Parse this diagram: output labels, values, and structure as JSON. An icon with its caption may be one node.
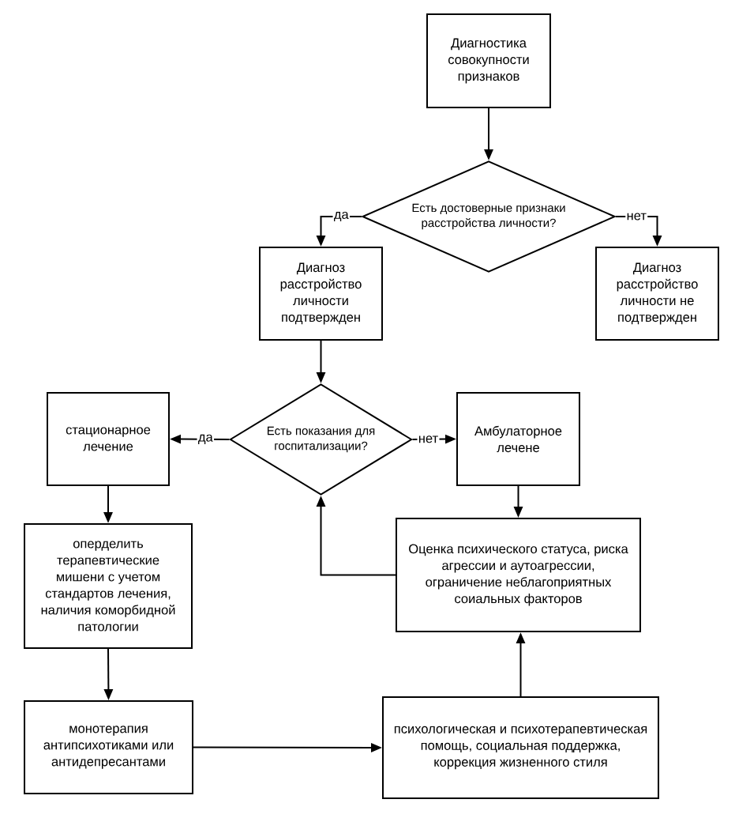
{
  "diagram": {
    "nodes": [
      {
        "text": [
          "Диагностика совокупности признаков"
        ]
      },
      {
        "text": [
          "Есть достоверные признаки расстройства личности?"
        ]
      },
      {
        "text": [
          "Диагноз расстройство личности подтвержден"
        ]
      },
      {
        "text": [
          "Диагноз расстройство личности не подтвержден"
        ]
      },
      {
        "text": [
          "Есть показания для госпитализации?"
        ]
      },
      {
        "text": [
          "стационарное лечение"
        ]
      },
      {
        "text": [
          "Амбулаторное лечене"
        ]
      },
      {
        "text": [
          "оперделить терапевтические мишени с учетом стандартов лечения, наличия коморбидной патологии"
        ]
      },
      {
        "text": [
          "Оценка психического статуса, риска агрессии и аутоагрессии, ограничение неблагоприятных соиальных факторов"
        ]
      },
      {
        "text": [
          "монотерапия антипсихотиками или антидепресантами"
        ]
      },
      {
        "text": [
          "психологическая и психотерапевтическая помощь, социальная поддержка, коррекция жизненного стиля"
        ]
      }
    ],
    "edges": [
      {
        "from": 0,
        "to": 1,
        "arrow": "to"
      },
      {
        "from": 1,
        "to": 2,
        "arrow": "to",
        "label": "да"
      },
      {
        "from": 1,
        "to": 3,
        "arrow": "to",
        "label": "нет"
      },
      {
        "from": 2,
        "to": 4,
        "arrow": "to"
      },
      {
        "from": 4,
        "to": 5,
        "arrow": "to",
        "label": "да"
      },
      {
        "from": 4,
        "to": 6,
        "arrow": "to",
        "label": "нет"
      },
      {
        "from": 5,
        "to": 7,
        "arrow": "to"
      },
      {
        "from": 6,
        "to": 8,
        "arrow": "to"
      },
      {
        "from": 8,
        "to": 4,
        "arrow": "to"
      },
      {
        "from": 7,
        "to": 9,
        "arrow": "to"
      },
      {
        "from": 9,
        "to": 10,
        "arrow": "to"
      },
      {
        "from": 10,
        "to": 8,
        "arrow": "to"
      }
    ]
  }
}
